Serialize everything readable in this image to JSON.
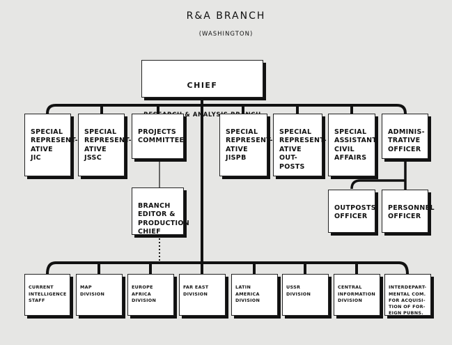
{
  "header": {
    "title": "R&A BRANCH",
    "subtitle": "(WASHINGTON)"
  },
  "chief": {
    "title": "CHIEF",
    "subtitle": "RESEARCH & ANALYSIS BRANCH"
  },
  "top_units": [
    "SPECIAL\nREPRESENT-\nATIVE  JIC",
    "SPECIAL\nREPRESENT-\nATIVE JSSC",
    "PROJECTS\nCOMMITTEE",
    "SPECIAL\nREPRESENT-\nATIVE JISPB",
    "SPECIAL\nREPRESENT-\nATIVE  OUT-\nPOSTS",
    "SPECIAL\nASSISTANT\nCIVIL\nAFFAIRS",
    "ADMINIS-\nTRATIVE\nOFFICER"
  ],
  "branch_editor": "BRANCH\nEDITOR &\nPRODUCTION\nCHIEF",
  "admin_units": [
    "OUTPOSTS\nOFFICER",
    "PERSONNEL\nOFFICER"
  ],
  "divisions": [
    "CURRENT\nINTELLIGENCE\nSTAFF",
    "MAP\nDIVISION",
    "EUROPE\nAFRICA\nDIVISION",
    "FAR EAST\nDIVISION",
    "LATIN\nAMERICA\nDIVISION",
    "USSR\nDIVISION",
    "CENTRAL\nINFORMATION\nDIVISION",
    "INTERDEPART-\nMENTAL COM.\nFOR ACQUISI-\nTION OF FOR-\nEIGN PUBNS."
  ],
  "colors": {
    "background": "#e6e6e4",
    "box": "#ffffff",
    "line": "#111111"
  }
}
